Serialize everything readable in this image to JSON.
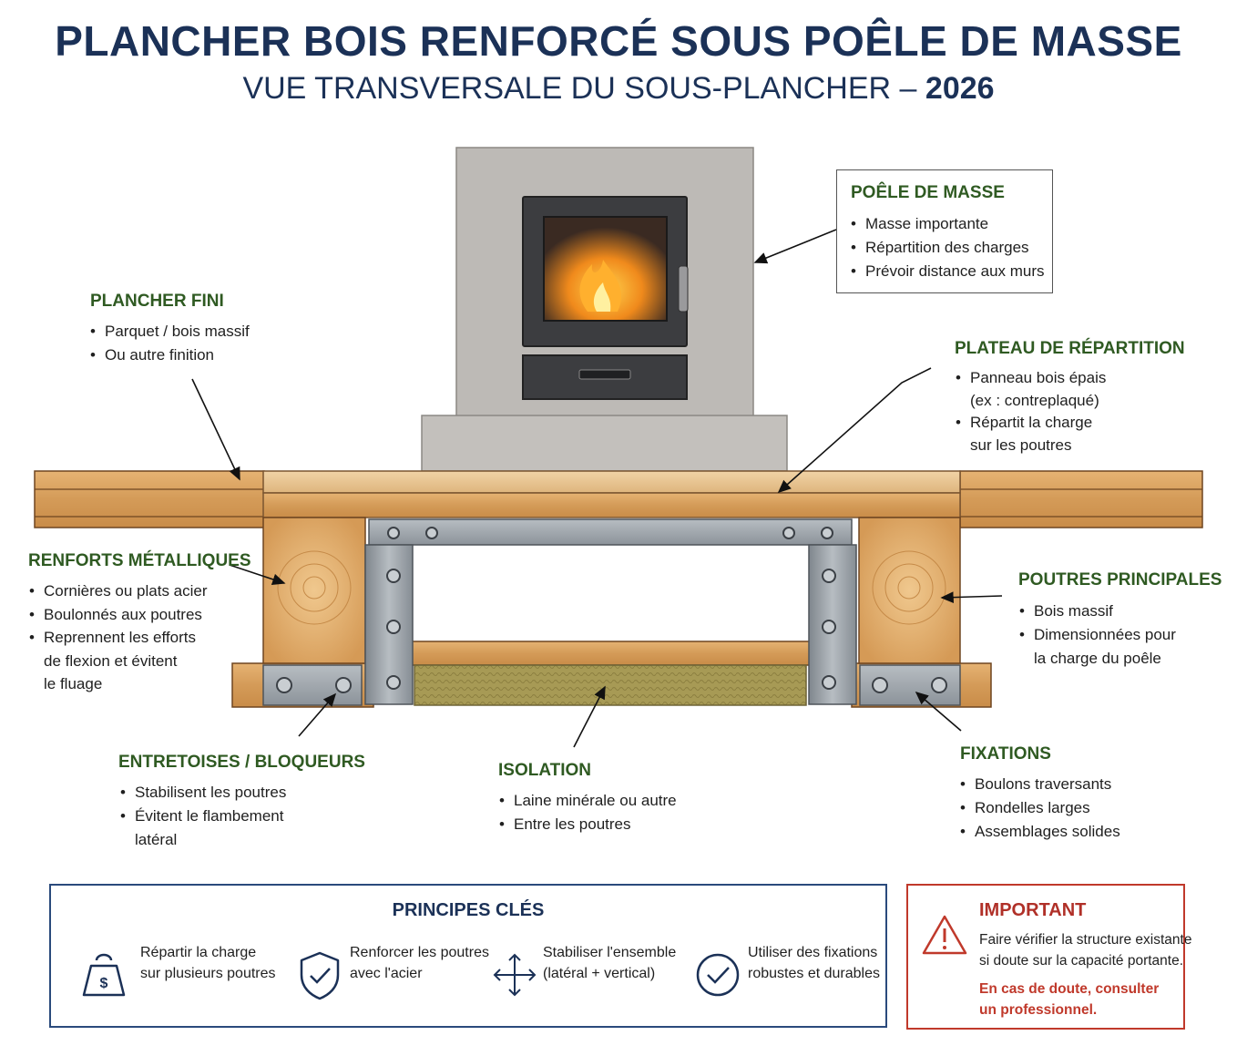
{
  "header": {
    "title": "PLANCHER BOIS RENFORCÉ SOUS POÊLE DE MASSE",
    "subtitle_main": "VUE TRANSVERSALE DU SOUS-PLANCHER – ",
    "subtitle_year": "2026"
  },
  "labels": {
    "poele": {
      "title": "POÊLE DE MASSE",
      "items": [
        "Masse importante",
        "Répartition des charges",
        "Prévoir distance aux murs"
      ]
    },
    "plancher_fini": {
      "title": "PLANCHER FINI",
      "items": [
        "Parquet / bois massif",
        "Ou autre finition"
      ]
    },
    "plateau": {
      "title": "PLATEAU DE RÉPARTITION",
      "item1": "Panneau bois épais",
      "item1_cont": "(ex : contreplaqué)",
      "item2": "Répartit la charge",
      "item2_cont": "sur les poutres"
    },
    "renforts": {
      "title": "RENFORTS MÉTALLIQUES",
      "item1": "Cornières ou plats acier",
      "item2": "Boulonnés aux poutres",
      "item3": "Reprennent les efforts",
      "item3_cont1": "de flexion et évitent",
      "item3_cont2": "le fluage"
    },
    "poutres": {
      "title": "POUTRES PRINCIPALES",
      "item1": "Bois massif",
      "item2": "Dimensionnées pour",
      "item2_cont": "la charge du poêle"
    },
    "entretoises": {
      "title": "ENTRETOISES / BLOQUEURS",
      "item1": "Stabilisent les poutres",
      "item2": "Évitent le flambement",
      "item2_cont": "latéral"
    },
    "isolation": {
      "title": "ISOLATION",
      "items": [
        "Laine minérale ou autre",
        "Entre les poutres"
      ]
    },
    "fixations": {
      "title": "FIXATIONS",
      "items": [
        "Boulons traversants",
        "Rondelles larges",
        "Assemblages solides"
      ]
    }
  },
  "principles": {
    "title": "PRINCIPES CLÉS",
    "items": [
      {
        "icon": "weight-icon",
        "line1": "Répartir la charge",
        "line2": "sur plusieurs poutres"
      },
      {
        "icon": "shield-check-icon",
        "line1": "Renforcer les poutres",
        "line2": "avec l'acier"
      },
      {
        "icon": "move-arrows-icon",
        "line1": "Stabiliser l'ensemble",
        "line2": "(latéral + vertical)"
      },
      {
        "icon": "check-circle-icon",
        "line1": "Utiliser des fixations",
        "line2": "robustes et durables"
      }
    ]
  },
  "important": {
    "title": "IMPORTANT",
    "line1": "Faire vérifier la structure existante",
    "line2": "si doute sur la capacité portante.",
    "warn1": "En cas de doute, consulter",
    "warn2": "un professionnel."
  },
  "colors": {
    "title_navy": "#1b3157",
    "label_green": "#2f5a22",
    "wood": "#d9a15e",
    "steel": "#9aa1a8",
    "stove": "#b9b6b2",
    "alert_red": "#c0392b"
  }
}
